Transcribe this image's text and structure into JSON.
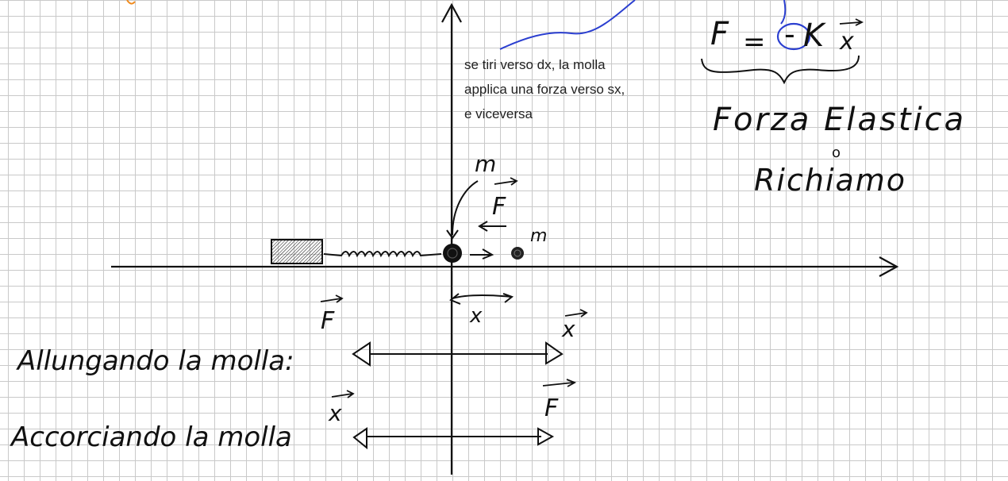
{
  "colors": {
    "ink": "#111111",
    "blue_ink": "#2b3fd0",
    "orange_ink": "#f08a1c",
    "grid": "#c9c9c9",
    "paper": "#ffffff"
  },
  "note": {
    "lines": [
      "se tiri verso dx, la molla",
      "applica una forza verso sx,",
      "e viceversa"
    ]
  },
  "formula": {
    "F": "F",
    "eq": "=",
    "minus": "-",
    "k": "K",
    "x": "x"
  },
  "labels": {
    "forza_elastica": "Forza Elastica",
    "o": "o",
    "richiamo": "Richiamo",
    "mass": "m",
    "F_vec": "F",
    "x_vec": "x",
    "x_disp": "x",
    "allungando": "Allungando la molla:",
    "accorciando": "Accorciando la molla"
  }
}
